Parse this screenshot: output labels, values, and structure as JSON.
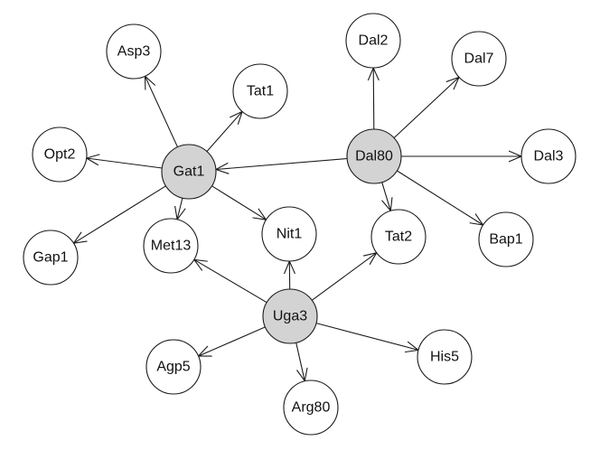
{
  "diagram": {
    "colors": {
      "hub_fill": "#d3d3d3",
      "leaf_fill": "#ffffff",
      "line": "#1a1a1a"
    },
    "nodes": [
      {
        "id": "gat1",
        "label": "Gat1",
        "hub": true
      },
      {
        "id": "dal80",
        "label": "Dal80",
        "hub": true
      },
      {
        "id": "uga3",
        "label": "Uga3",
        "hub": true
      },
      {
        "id": "asp3",
        "label": "Asp3",
        "hub": false
      },
      {
        "id": "tat1",
        "label": "Tat1",
        "hub": false
      },
      {
        "id": "opt2",
        "label": "Opt2",
        "hub": false
      },
      {
        "id": "gap1",
        "label": "Gap1",
        "hub": false
      },
      {
        "id": "met13",
        "label": "Met13",
        "hub": false
      },
      {
        "id": "nit1",
        "label": "Nit1",
        "hub": false
      },
      {
        "id": "dal2",
        "label": "Dal2",
        "hub": false
      },
      {
        "id": "dal7",
        "label": "Dal7",
        "hub": false
      },
      {
        "id": "dal3",
        "label": "Dal3",
        "hub": false
      },
      {
        "id": "tat2",
        "label": "Tat2",
        "hub": false
      },
      {
        "id": "bap1",
        "label": "Bap1",
        "hub": false
      },
      {
        "id": "agp5",
        "label": "Agp5",
        "hub": false
      },
      {
        "id": "arg80",
        "label": "Arg80",
        "hub": false
      },
      {
        "id": "his5",
        "label": "His5",
        "hub": false
      }
    ],
    "edges": [
      {
        "from": "gat1",
        "to": "asp3"
      },
      {
        "from": "gat1",
        "to": "tat1"
      },
      {
        "from": "gat1",
        "to": "opt2"
      },
      {
        "from": "gat1",
        "to": "gap1"
      },
      {
        "from": "gat1",
        "to": "met13"
      },
      {
        "from": "gat1",
        "to": "nit1"
      },
      {
        "from": "dal80",
        "to": "gat1"
      },
      {
        "from": "dal80",
        "to": "dal2"
      },
      {
        "from": "dal80",
        "to": "dal7"
      },
      {
        "from": "dal80",
        "to": "dal3"
      },
      {
        "from": "dal80",
        "to": "tat2"
      },
      {
        "from": "dal80",
        "to": "bap1"
      },
      {
        "from": "uga3",
        "to": "met13"
      },
      {
        "from": "uga3",
        "to": "nit1"
      },
      {
        "from": "uga3",
        "to": "tat2"
      },
      {
        "from": "uga3",
        "to": "agp5"
      },
      {
        "from": "uga3",
        "to": "arg80"
      },
      {
        "from": "uga3",
        "to": "his5"
      }
    ]
  }
}
